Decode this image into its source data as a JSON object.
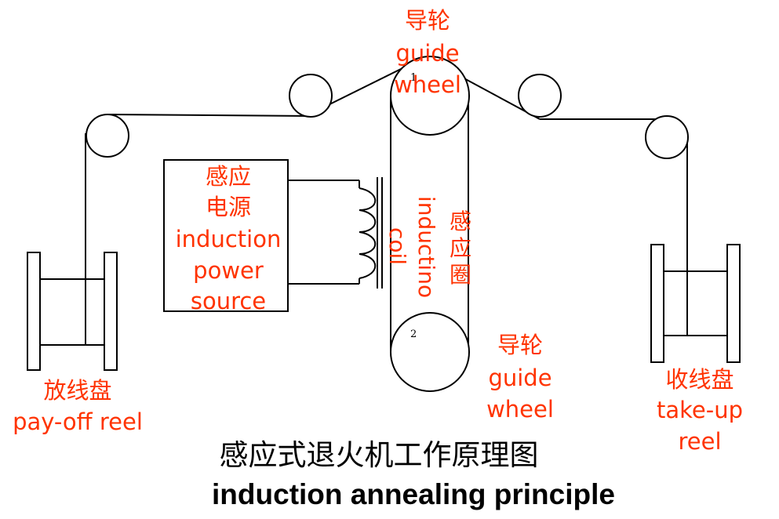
{
  "labels": {
    "top_guide_zh": "导轮",
    "top_guide_en_1": "guide",
    "top_guide_en_2": "wheel",
    "power_zh_1": "感应",
    "power_zh_2": "电源",
    "power_en_1": "induction",
    "power_en_2": "power",
    "power_en_3": "source",
    "coil_en_1": "inductino",
    "coil_en_2": "coil",
    "coil_zh_1": "感",
    "coil_zh_2": "应",
    "coil_zh_3": "圈",
    "wheel_num_1": "1",
    "wheel_num_2": "2",
    "bottom_guide_zh": "导轮",
    "bottom_guide_en_1": "guide",
    "bottom_guide_en_2": "wheel",
    "payoff_zh": "放线盘",
    "payoff_en": "pay-off reel",
    "takeup_zh": "收线盘",
    "takeup_en_1": "take-up",
    "takeup_en_2": "reel"
  },
  "title": {
    "zh": "感应式退火机工作原理图",
    "en": "induction annealing principle"
  },
  "colors": {
    "label": "#ff3300",
    "line": "#000000"
  }
}
